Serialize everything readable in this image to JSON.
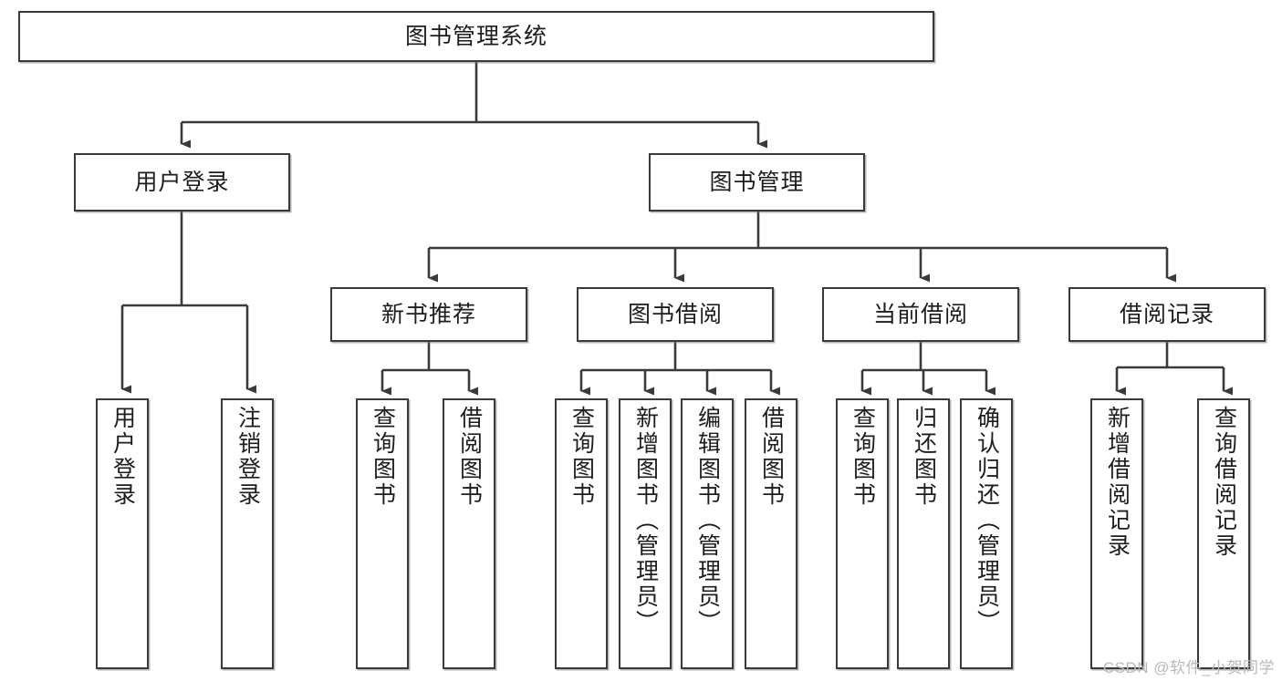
{
  "diagram": {
    "title": "图书管理系统",
    "type": "tree-hierarchy-chart",
    "orientation": "top-down",
    "watermark": "CSDN @软件_小贺同学",
    "style": {
      "box_fill": "#ffffff",
      "box_border": "#3a3a3a",
      "edge_color": "#3a3a3a",
      "text_color": "#1d1d1d",
      "background": "#ffffff",
      "watermark_color": "#b9b9b9"
    },
    "nodes": {
      "root": {
        "label": "图书管理系统"
      },
      "level1": [
        {
          "id": "user-login",
          "label": "用户登录"
        },
        {
          "id": "book-manage",
          "label": "图书管理"
        }
      ],
      "level2": [
        {
          "id": "new-book-recommend",
          "label": "新书推荐",
          "parent": "book-manage"
        },
        {
          "id": "book-borrow",
          "label": "图书借阅",
          "parent": "book-manage"
        },
        {
          "id": "current-borrow",
          "label": "当前借阅",
          "parent": "book-manage"
        },
        {
          "id": "borrow-record",
          "label": "借阅记录",
          "parent": "book-manage"
        }
      ],
      "leaves": [
        {
          "id": "leaf-user-login",
          "label": "用户登录",
          "parent": "user-login"
        },
        {
          "id": "leaf-logout-login",
          "label": "注销登录",
          "parent": "user-login"
        },
        {
          "id": "leaf-query-book-1",
          "label": "查询图书",
          "parent": "new-book-recommend"
        },
        {
          "id": "leaf-borrow-book-1",
          "label": "借阅图书",
          "parent": "new-book-recommend"
        },
        {
          "id": "leaf-query-book-2",
          "label": "查询图书",
          "parent": "book-borrow"
        },
        {
          "id": "leaf-add-book",
          "label": "新增图书（管理员）",
          "parent": "book-borrow"
        },
        {
          "id": "leaf-edit-book",
          "label": "编辑图书（管理员）",
          "parent": "book-borrow"
        },
        {
          "id": "leaf-borrow-book-2",
          "label": "借阅图书",
          "parent": "book-borrow"
        },
        {
          "id": "leaf-query-book-3",
          "label": "查询图书",
          "parent": "current-borrow"
        },
        {
          "id": "leaf-return-book",
          "label": "归还图书",
          "parent": "current-borrow"
        },
        {
          "id": "leaf-confirm-return",
          "label": "确认归还（管理员）",
          "parent": "current-borrow"
        },
        {
          "id": "leaf-add-record",
          "label": "新增借阅记录",
          "parent": "borrow-record"
        },
        {
          "id": "leaf-query-record",
          "label": "查询借阅记录",
          "parent": "borrow-record"
        }
      ]
    }
  }
}
